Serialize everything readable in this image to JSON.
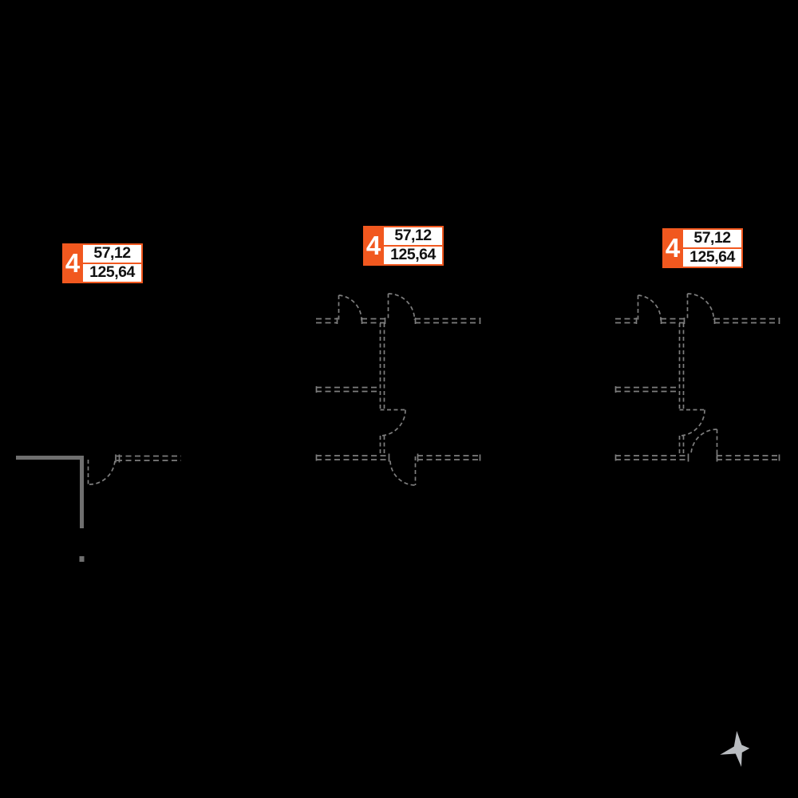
{
  "page": {
    "background": "#000000"
  },
  "colors": {
    "accent_orange": "#F1581F",
    "plan_dashed_line": "#7e7e7e",
    "plan_solid_wall": "#6f6f6f",
    "compass_fill": "#b9bcc0",
    "label_cell_bg": "#ffffff",
    "label_number_color": "#111111",
    "label_badge_color": "#ffffff"
  },
  "unit_labels": [
    {
      "unit_number": "4",
      "value_top": "57,12",
      "value_bottom": "125,64"
    },
    {
      "unit_number": "4",
      "value_top": "57,12",
      "value_bottom": "125,64"
    },
    {
      "unit_number": "4",
      "value_top": "57,12",
      "value_bottom": "125,64"
    }
  ],
  "icons": {
    "compass": "north-arrow"
  }
}
